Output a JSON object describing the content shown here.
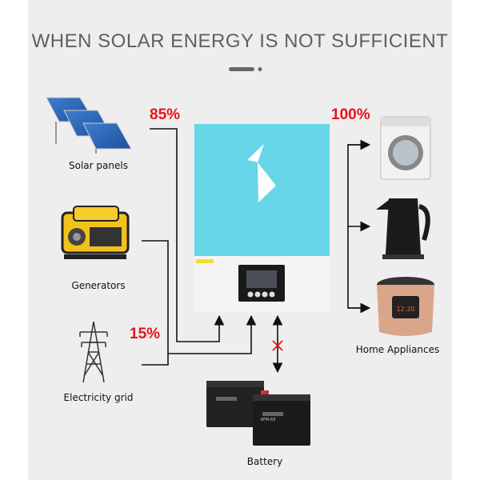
{
  "title": "WHEN SOLAR ENERGY IS NOT SUFFICIENT",
  "sources": {
    "solar": {
      "label": "Solar panels",
      "percent": "85%"
    },
    "generators": {
      "label": "Generators"
    },
    "grid": {
      "label": "Electricity grid",
      "percent": "15%"
    }
  },
  "output": {
    "label": "Home Appliances",
    "percent": "100%"
  },
  "battery": {
    "label": "Battery",
    "model_text": "6FM-65"
  },
  "colors": {
    "accent": "#e8121b",
    "inverter_blue": "#66d6e8",
    "background": "#eeeeee"
  }
}
